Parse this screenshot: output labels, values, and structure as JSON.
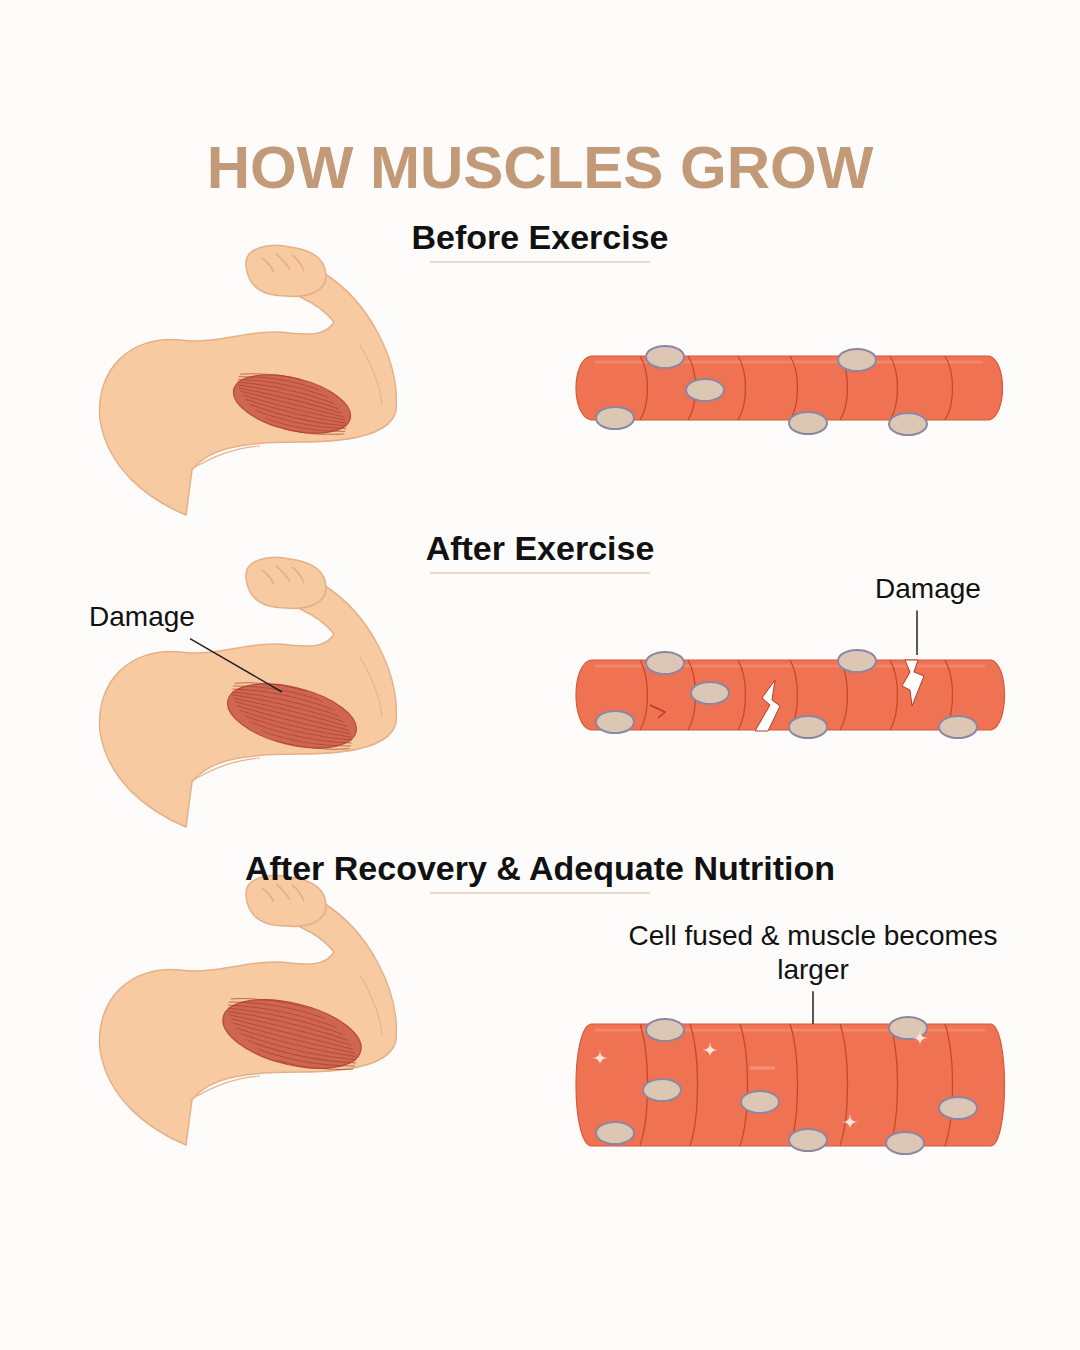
{
  "diagram": {
    "title": "HOW MUSCLES GROW",
    "labels": [
      "Before Exercise",
      "After Exercise",
      "Damage",
      "Damage",
      "After Recovery & Adequate Nutrition",
      "Cell fused & muscle becomes larger"
    ]
  }
}
